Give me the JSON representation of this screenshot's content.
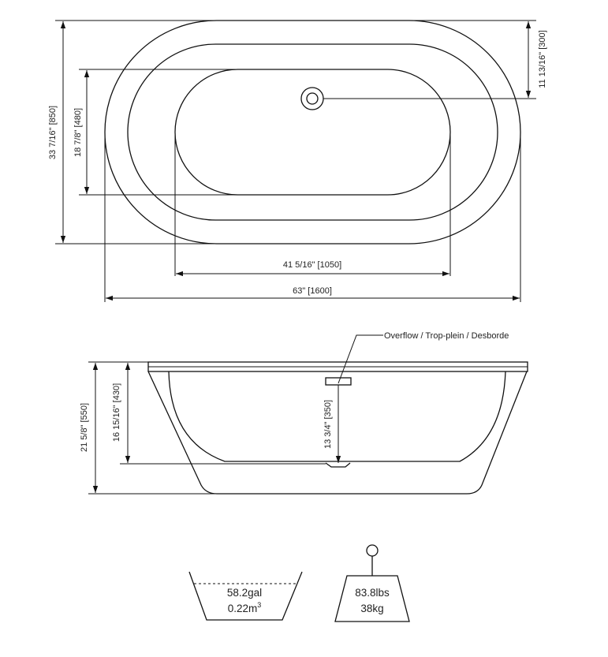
{
  "top_view": {
    "width_total": "63\" [1600]",
    "width_inner": "41 5/16\" [1050]",
    "depth_total": "33 7/16\" [850]",
    "depth_inner": "18 7/8\" [480]",
    "drain_offset": "11 13/16\" [300]"
  },
  "side_view": {
    "overflow_label": "Overflow / Trop-plein / Desborde",
    "height_total": "21 5/8\" [550]",
    "height_inner": "16 15/16\" [430]",
    "overflow_height": "13 3/4\" [350]"
  },
  "capacity": {
    "volume_gal": "58.2gal",
    "volume_m3": "0.22m",
    "volume_m3_exp": "3"
  },
  "weight": {
    "lbs": "83.8lbs",
    "kg": "38kg"
  },
  "colors": {
    "line": "#111111",
    "text": "#222222",
    "background": "#ffffff"
  }
}
